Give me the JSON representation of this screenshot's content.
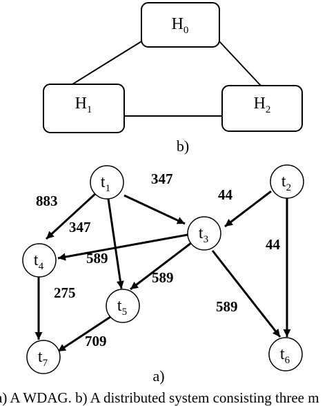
{
  "diagram_b": {
    "hosts": [
      {
        "id": "h0",
        "name": "H",
        "sub": "0"
      },
      {
        "id": "h1",
        "name": "H",
        "sub": "1"
      },
      {
        "id": "h2",
        "name": "H",
        "sub": "2"
      }
    ],
    "links": [
      [
        "h0",
        "h1"
      ],
      [
        "h0",
        "h2"
      ],
      [
        "h1",
        "h2"
      ]
    ],
    "label": "b)"
  },
  "diagram_a": {
    "tasks": [
      {
        "id": "t1",
        "name": "t",
        "sub": "1"
      },
      {
        "id": "t2",
        "name": "t",
        "sub": "2"
      },
      {
        "id": "t3",
        "name": "t",
        "sub": "3"
      },
      {
        "id": "t4",
        "name": "t",
        "sub": "4"
      },
      {
        "id": "t5",
        "name": "t",
        "sub": "5"
      },
      {
        "id": "t6",
        "name": "t",
        "sub": "6"
      },
      {
        "id": "t7",
        "name": "t",
        "sub": "7"
      }
    ],
    "edges": [
      {
        "id": "t1-t4",
        "from": "t1",
        "to": "t4",
        "weight": "883"
      },
      {
        "id": "t1-t3",
        "from": "t1",
        "to": "t3",
        "weight": "347"
      },
      {
        "id": "t1-t5",
        "from": "t1",
        "to": "t5",
        "weight": "589"
      },
      {
        "id": "t2-t3",
        "from": "t2",
        "to": "t3",
        "weight": "44"
      },
      {
        "id": "t2-t6",
        "from": "t2",
        "to": "t6",
        "weight": "44"
      },
      {
        "id": "t3-t4",
        "from": "t3",
        "to": "t4",
        "weight": "347"
      },
      {
        "id": "t3-t5",
        "from": "t3",
        "to": "t5",
        "weight": "589"
      },
      {
        "id": "t3-t6",
        "from": "t3",
        "to": "t6",
        "weight": "589"
      },
      {
        "id": "t4-t7",
        "from": "t4",
        "to": "t7",
        "weight": "275"
      },
      {
        "id": "t5-t7",
        "from": "t5",
        "to": "t7",
        "weight": "709"
      }
    ],
    "label": "a)"
  },
  "caption": "a) A WDAG. b) A distributed system consisting three m"
}
